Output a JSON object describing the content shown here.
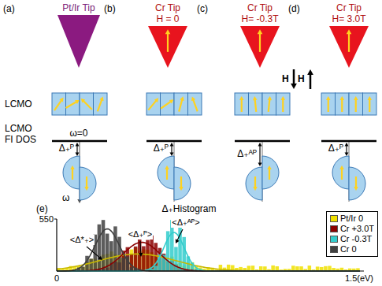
{
  "diagram": {
    "nodes": [
      {
        "text": [
          "Pt/Ir Tip"
        ]
      },
      {
        "text": [
          "Cr Tip",
          "H = 0"
        ]
      },
      {
        "text": [
          "Cr Tip",
          "H= -0.3T"
        ]
      },
      {
        "text": [
          "Cr Tip",
          "H= 3.0T"
        ]
      }
    ],
    "labels": [
      "(a)",
      "(b)",
      "(c)",
      "(d)",
      "H",
      "H",
      "LCMO",
      "LCMO",
      "FI DOS",
      "ω=0",
      "Δ₊ᴾ",
      "Δ₊ᴾ",
      "Δ₊ᴬᴾ",
      "Δ₊ᴾ",
      "ω",
      "(e)",
      "550",
      "Δ₊Histogram",
      "<Δ*₊>",
      "<Δ₊ᴾ>",
      "<Δ₊ᴬᴾ>",
      "0",
      "1.5(eV)"
    ],
    "legend": [
      {
        "text": "Pt/Ir 0",
        "color": "#f0e000"
      },
      {
        "text": "Cr +3.0T",
        "color": "#8b0000"
      },
      {
        "text": "Cr -0.3T",
        "color": "#33cccc"
      },
      {
        "text": "Cr 0",
        "color": "#404040"
      }
    ]
  }
}
